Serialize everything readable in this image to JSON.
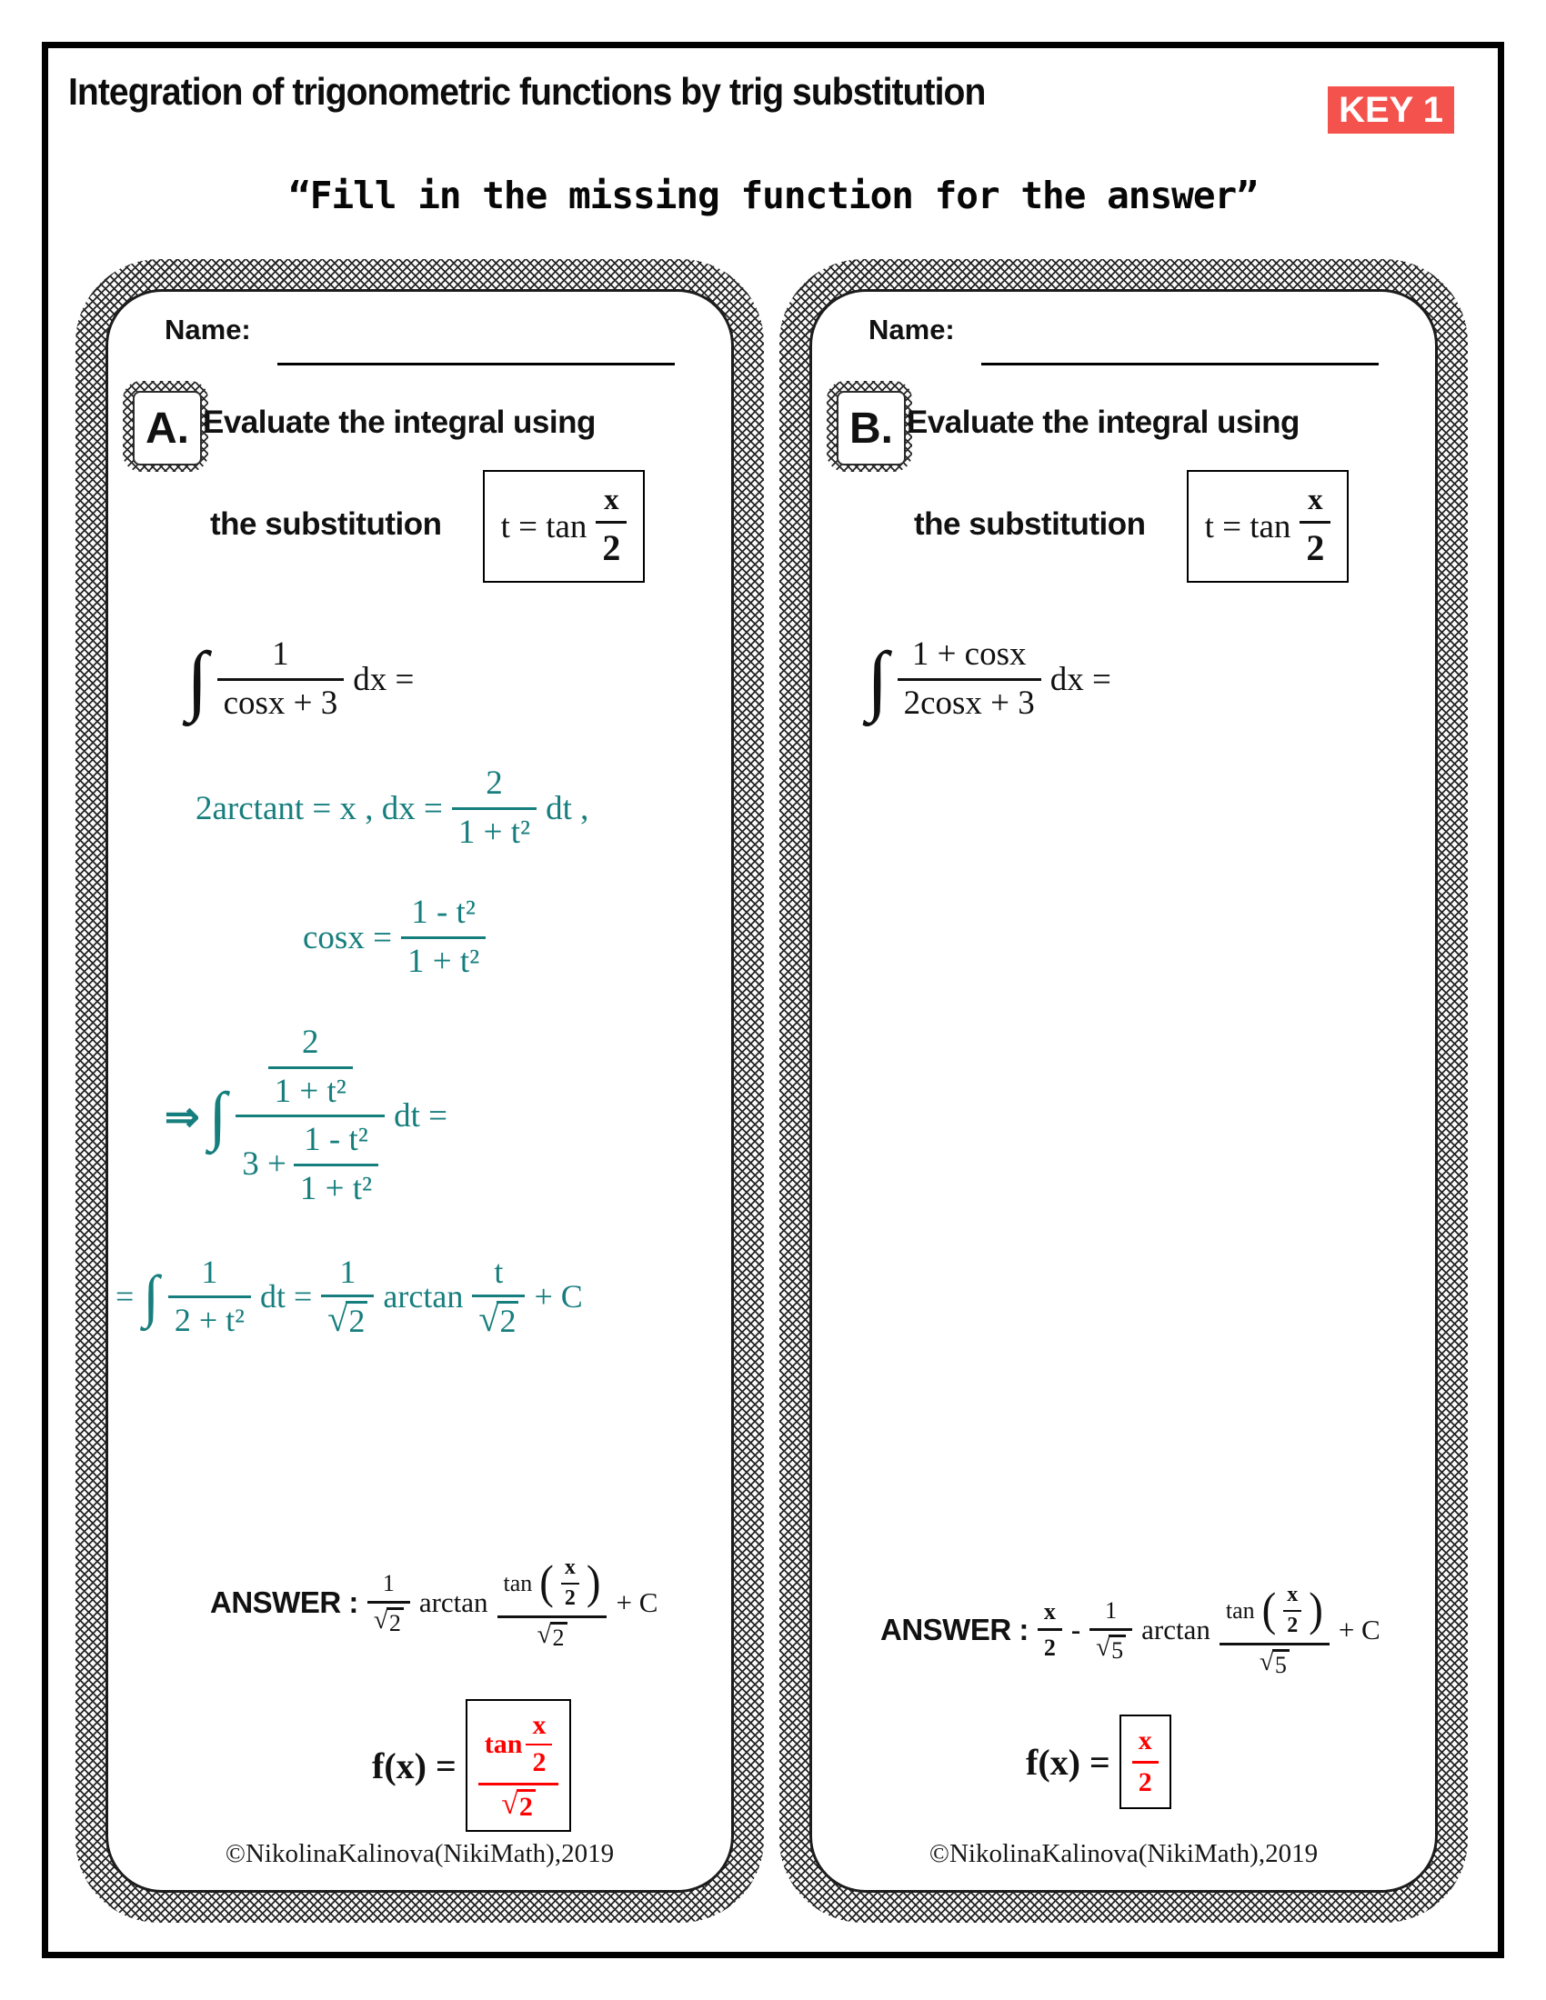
{
  "header": {
    "title": "Integration of trigonometric functions by trig substitution",
    "key_label": "KEY 1",
    "subtitle": "“Fill in the missing function for the answer”"
  },
  "symbols": {
    "integral": "∫",
    "implies": "⇒",
    "sqrt": "√",
    "lparen": "(",
    "rparen": ")"
  },
  "colors": {
    "badge_red": "#f4524d",
    "answer_red": "#ff0000",
    "work_teal": "#177e7e",
    "ink": "#000000"
  },
  "panel_a": {
    "name_label": "Name:",
    "letter": "A.",
    "prompt_line1": "Evaluate the integral using",
    "prompt_line2": "the substitution",
    "substitution": {
      "lhs": "t = tan",
      "frac_num": "x",
      "frac_den": "2"
    },
    "integral": {
      "num": "1",
      "den": "cosx + 3",
      "tail": "dx ="
    },
    "work": {
      "line1_lead": "2arctant = x ,  dx =",
      "line1_frac_num": "2",
      "line1_frac_den": "1 + t²",
      "line1_tail": "dt ,",
      "line2_lead": "cosx =",
      "line2_frac_num": "1 - t²",
      "line2_frac_den": "1 + t²",
      "line3_top_num": "2",
      "line3_top_den": "1 + t²",
      "line3_bottom_lead": "3 +",
      "line3_bottom_num": "1 - t²",
      "line3_bottom_den": "1 + t²",
      "line3_tail": "dt =",
      "line4_eq": "=",
      "line4_frac_num": "1",
      "line4_frac_den": "2 + t²",
      "line4_mid": "dt =",
      "line4_coef_num": "1",
      "line4_coef_den_arg": "2",
      "line4_fn": "arctan",
      "line4_arg_num": "t",
      "line4_arg_den_arg": "2",
      "line4_tail": "+ C"
    },
    "answer": {
      "label": "ANSWER :",
      "coef_num": "1",
      "coef_den_arg": "2",
      "fn": "arctan",
      "arg_num_fn": "tan",
      "arg_num_frac_num": "x",
      "arg_num_frac_den": "2",
      "arg_den_arg": "2",
      "tail": "+ C"
    },
    "fx": {
      "lead": "f(x) =",
      "num_fn": "tan",
      "num_frac_num": "x",
      "num_frac_den": "2",
      "den_arg": "2"
    },
    "footer": "©NikolinaKalinova(NikiMath),2019"
  },
  "panel_b": {
    "name_label": "Name:",
    "letter": "B.",
    "prompt_line1": "Evaluate the integral using",
    "prompt_line2": "the substitution",
    "substitution": {
      "lhs": "t = tan",
      "frac_num": "x",
      "frac_den": "2"
    },
    "integral": {
      "num": "1 + cosx",
      "den": "2cosx + 3",
      "tail": "dx ="
    },
    "answer": {
      "label": "ANSWER :",
      "lead_frac_num": "x",
      "lead_frac_den": "2",
      "minus": "-",
      "coef_num": "1",
      "coef_den_arg": "5",
      "fn": "arctan",
      "arg_num_fn": "tan",
      "arg_num_frac_num": "x",
      "arg_num_frac_den": "2",
      "arg_den_arg": "5",
      "tail": "+ C"
    },
    "fx": {
      "lead": "f(x) =",
      "num": "x",
      "den": "2"
    },
    "footer": "©NikolinaKalinova(NikiMath),2019"
  }
}
